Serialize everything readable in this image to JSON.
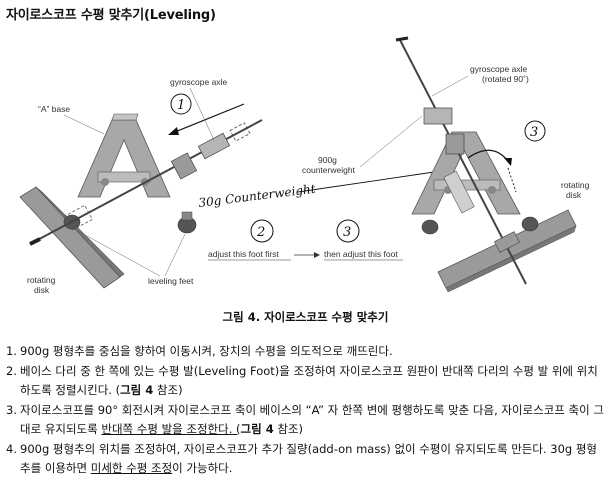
{
  "title": "자이로스코프 수평 맞추기(Leveling)",
  "figure": {
    "left": {
      "label_axle": "gyroscope axle",
      "label_base": "“A” base",
      "label_disk_line1": "rotating",
      "label_disk_line2": "disk",
      "label_feet": "leveling feet"
    },
    "right": {
      "label_axle_line1": "gyroscope axle",
      "label_axle_line2": "(rotated 90˚)",
      "label_weight_line1": "900g",
      "label_weight_line2": "counterweight",
      "label_disk_line1": "rotating",
      "label_disk_line2": "disk"
    },
    "handwritten": {
      "counterweight": "30g Counterweight",
      "circle_1": "1",
      "circle_2": "2",
      "circle_3_a": "3",
      "circle_3_b": "3"
    },
    "adjust_first": "adjust this foot first",
    "then_adjust": "then adjust this foot"
  },
  "caption": "그림 4. 자이로스코프 수평 맞추기",
  "steps": [
    {
      "num": "1.",
      "text": "900g 평형추를 중심을 향하여 이동시켜, 장치의 수평을 의도적으로 깨뜨린다."
    },
    {
      "num": "2.",
      "text_a": "베이스 다리 중 한 쪽에 있는 수평 발(Leveling Foot)을 조정하여 자이로스코프 원판이 반대쪽 다리의 수평 발 위에 위치하도록 정렬시킨다. (",
      "ref": "그림 4",
      "text_b": " 참조)"
    },
    {
      "num": "3.",
      "text_a": "자이로스코프를 90° 회전시켜 자이로스코프 축이 베이스의 “A” 자 한쪽 변에 평행하도록 맞춘 다음, 자이로스코프 축이 그대로 유지되도록 ",
      "underlined": "반대쪽 수평 발을 조정한다. (",
      "ref": "그림 4",
      "text_b": " 참조)"
    },
    {
      "num": "4.",
      "text_a": "900g 평형추의 위치를 조정하여, 자이로스코프가 추가 질량(add-on mass) 없이 수평이 유지되도록 만든다. 30g 평형추를 이용하면 ",
      "underlined": "미세한 수평 조정",
      "text_b": "이 가능하다."
    }
  ]
}
